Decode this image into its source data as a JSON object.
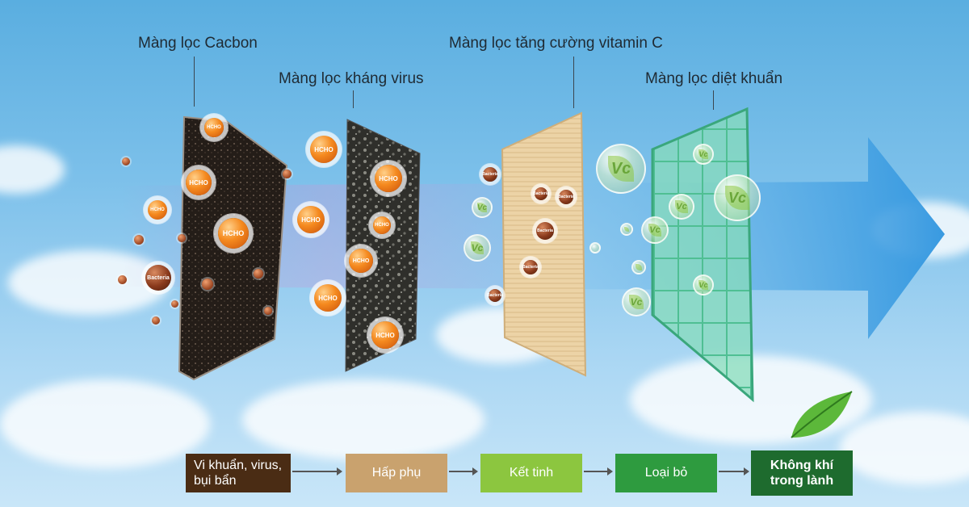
{
  "filters": [
    {
      "label": "Màng lọc Cacbon"
    },
    {
      "label": "Màng lọc kháng virus"
    },
    {
      "label": "Màng lọc tăng cường vitamin C"
    },
    {
      "label": "Màng lọc diệt khuẩn"
    }
  ],
  "particles": {
    "hcho": "HCHO",
    "bacteria": "Bacteria",
    "vitamin_c": "Vc"
  },
  "process": [
    {
      "label": "Vi khuẩn, virus, bụi bẩn",
      "color": "#4a2c14"
    },
    {
      "label": "Hấp phụ",
      "color": "#c9a26e"
    },
    {
      "label": "Kết tinh",
      "color": "#8cc63f"
    },
    {
      "label": "Loại bỏ",
      "color": "#2e9b3f"
    },
    {
      "label": "Không khí trong lành",
      "color": "#1e6b2e"
    }
  ],
  "colors": {
    "sky": "#7cc0ea",
    "flow_arrow": "#3b9de0",
    "carbon_filter": "#1c1612",
    "virus_filter": "#2a2a28",
    "vitamin_filter": "#ecd3a6",
    "antibacterial_filter": "#7fd6b3"
  }
}
